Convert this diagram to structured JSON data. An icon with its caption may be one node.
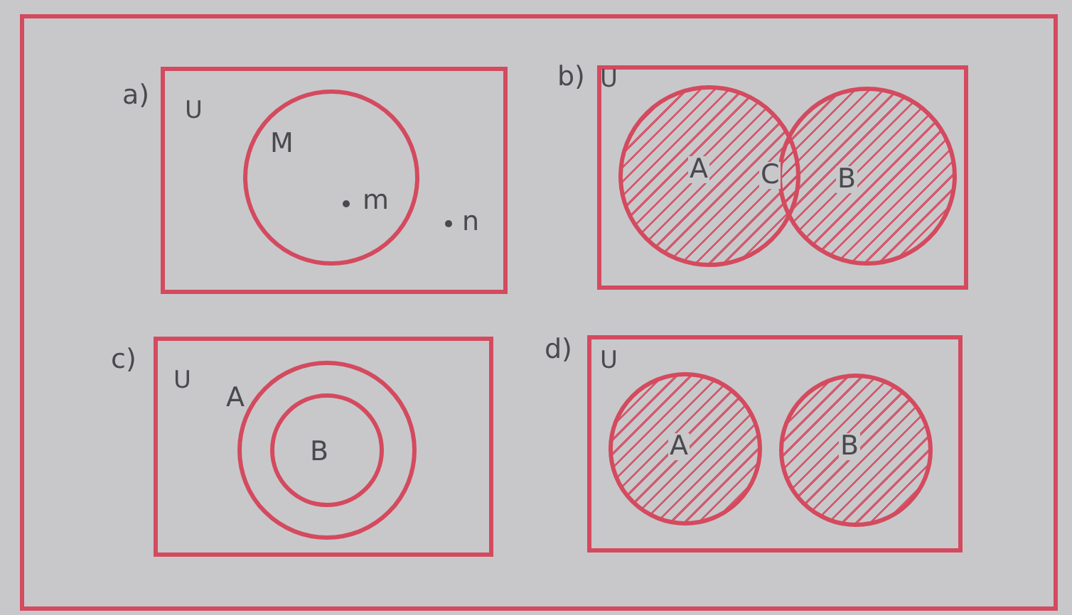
{
  "diagram": {
    "nodes": [
      {
        "text": [],
        "shape": "box"
      },
      {
        "text": [
          "a)",
          "U"
        ],
        "in": 0
      },
      {
        "text": [
          "M"
        ],
        "in": 1
      },
      {
        "text": [
          "b)",
          "U"
        ],
        "in": 0
      },
      {
        "text": [
          "A"
        ],
        "in": 3
      },
      {
        "text": [
          "B"
        ],
        "in": 3
      },
      {
        "text": [
          "c)",
          "U"
        ],
        "in": 0
      },
      {
        "text": [
          "A"
        ],
        "in": 6
      },
      {
        "text": [
          "B"
        ],
        "in": 7
      },
      {
        "text": [
          "d)",
          "U"
        ],
        "in": 0
      },
      {
        "text": [
          "A"
        ],
        "in": 9
      },
      {
        "text": [
          "B"
        ],
        "in": 9
      }
    ],
    "labels": [
      "m",
      "n",
      "C"
    ]
  }
}
